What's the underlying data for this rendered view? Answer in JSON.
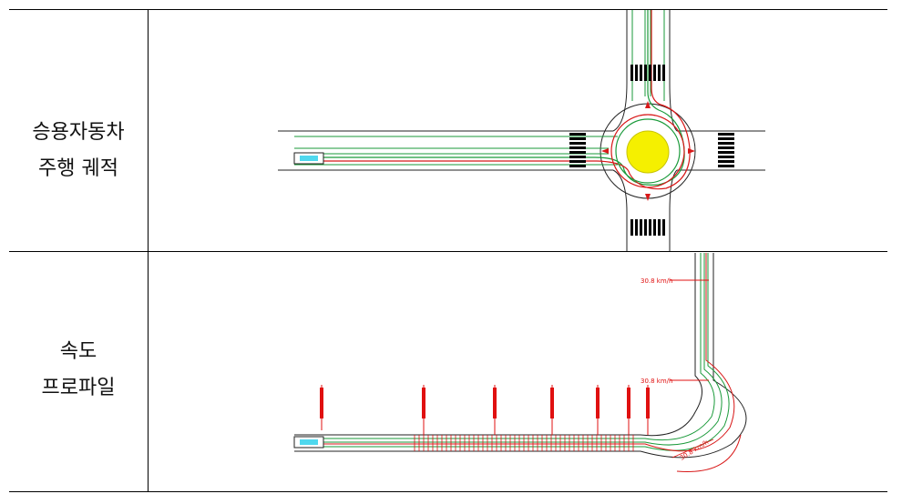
{
  "rows": [
    {
      "label_line1": "승용자동차",
      "label_line2": "주행 궤적"
    },
    {
      "label_line1": "속도",
      "label_line2": "프로파일"
    }
  ],
  "speed_labels": [
    "30.8 km/h",
    "30.8 km/h",
    "30.8 km/h"
  ],
  "colors": {
    "rule": "#000000",
    "road": "#222222",
    "path_green": "#1a9a3a",
    "path_red": "#d81818",
    "island": "#f5f000",
    "vehicle": "#4fd8ee",
    "speed_red": "#e01010",
    "crosswalk": "#000000"
  }
}
